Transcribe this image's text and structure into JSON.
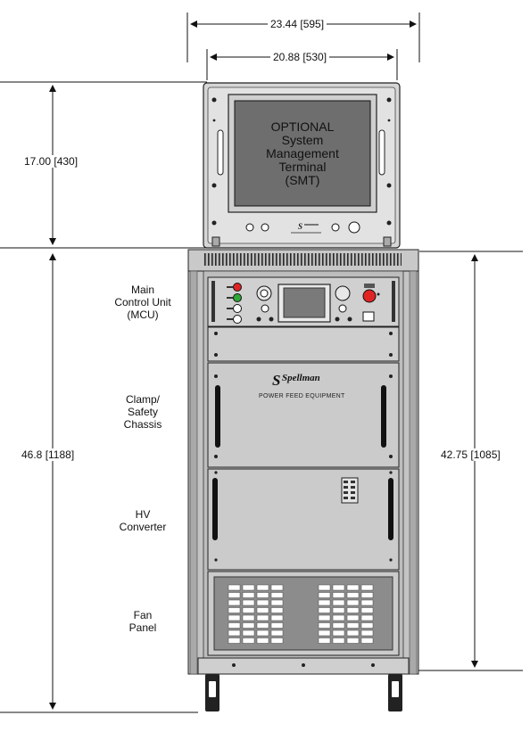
{
  "dimensions": {
    "overall_width": "23.44 [595]",
    "inner_width": "20.88 [530]",
    "smt_height": "17.00 [430]",
    "total_height": "46.8 [1188]",
    "cabinet_height": "42.75 [1085]"
  },
  "smt_screen": {
    "line1": "OPTIONAL",
    "line2": "System",
    "line3": "Management",
    "line4": "Terminal",
    "line5": "(SMT)"
  },
  "modules": {
    "mcu": {
      "line1": "Main",
      "line2": "Control Unit",
      "line3": "(MCU)"
    },
    "clamp": {
      "line1": "Clamp/",
      "line2": "Safety",
      "line3": "Chassis"
    },
    "hv": {
      "line1": "HV",
      "line2": "Converter"
    },
    "fan": {
      "line1": "Fan",
      "line2": "Panel"
    }
  },
  "clamp_panel": {
    "brand": "Spellman",
    "caption": "POWER FEED EQUIPMENT"
  },
  "colors": {
    "panel": "#cfcfcf",
    "dark_panel": "#8c8c8c",
    "screen": "#6e6e6e",
    "frame": "#b5b5b5",
    "red": "#e02424",
    "green": "#2fa83a"
  }
}
